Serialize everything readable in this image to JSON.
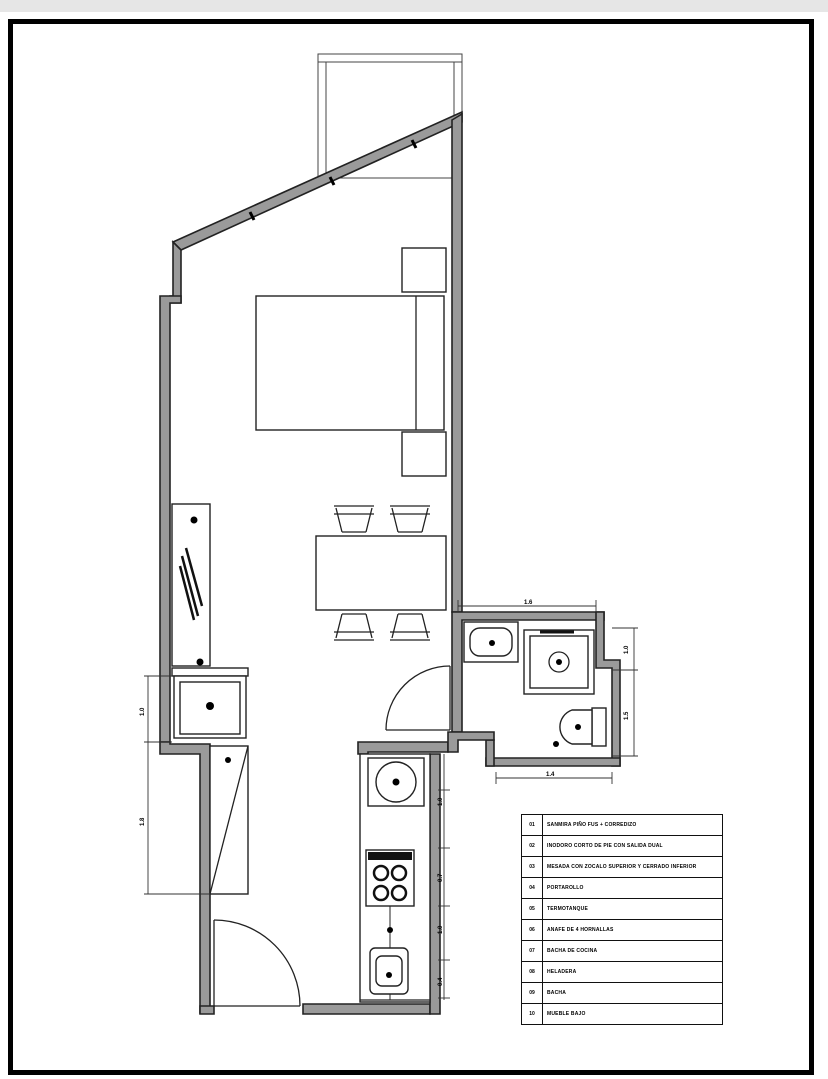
{
  "legend": {
    "items": [
      {
        "code": "01",
        "label": "SANMIRA PIÑO FUS + CORREDIZO"
      },
      {
        "code": "02",
        "label": "INODORO CORTO DE PIE CON SALIDA DUAL"
      },
      {
        "code": "03",
        "label": "MESADA CON ZOCALO SUPERIOR Y CERRADO INFERIOR"
      },
      {
        "code": "04",
        "label": "PORTAROLLO"
      },
      {
        "code": "05",
        "label": "TERMOTANQUE"
      },
      {
        "code": "06",
        "label": "ANAFE DE 4 HORNALLAS"
      },
      {
        "code": "07",
        "label": "BACHA DE COCINA"
      },
      {
        "code": "08",
        "label": "HELADERA"
      },
      {
        "code": "09",
        "label": "BACHA"
      },
      {
        "code": "10",
        "label": "MUEBLE BAJO"
      }
    ]
  },
  "dimensions": {
    "bath_top_width": "1.6",
    "bath_right_upper": "1.0",
    "bath_right_lower": "1.5",
    "bath_bottom_width": "1.4",
    "wardrobe_upper": "1.0",
    "wardrobe_lower": "1.8",
    "kitchen_seg_1": "1.0",
    "kitchen_seg_2": "0.7",
    "kitchen_seg_3": "1.0",
    "kitchen_seg_4": "0.4"
  }
}
